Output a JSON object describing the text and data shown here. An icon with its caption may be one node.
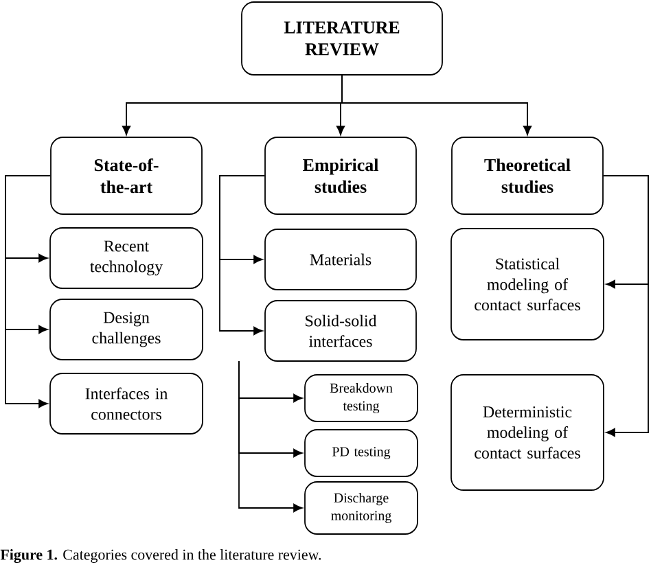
{
  "diagram": {
    "caption": "**Figure 1.** Categories covered in the literature review.",
    "nodes": [
      {
        "text": [
          "LITERATURE REVIEW"
        ]
      },
      {
        "text": [
          "State-of-the-art"
        ]
      },
      {
        "text": [
          "Empirical studies"
        ]
      },
      {
        "text": [
          "Theoretical studies"
        ]
      },
      {
        "text": [
          "Recent technology"
        ]
      },
      {
        "text": [
          "Design challenges"
        ]
      },
      {
        "text": [
          "Interfaces in connectors"
        ]
      },
      {
        "text": [
          "Materials"
        ]
      },
      {
        "text": [
          "Solid-solid interfaces"
        ]
      },
      {
        "text": [
          "Breakdown testing"
        ]
      },
      {
        "text": [
          "PD testing"
        ]
      },
      {
        "text": [
          "Discharge monitoring"
        ]
      },
      {
        "text": [
          "Statistical modeling of contact surfaces"
        ]
      },
      {
        "text": [
          "Deterministic modeling of contact surfaces"
        ]
      }
    ],
    "edges": [
      {
        "from": 0,
        "to": 1,
        "arrow": "to"
      },
      {
        "from": 0,
        "to": 2,
        "arrow": "to"
      },
      {
        "from": 0,
        "to": 3,
        "arrow": "to"
      },
      {
        "from": 1,
        "to": 4,
        "arrow": "to"
      },
      {
        "from": 1,
        "to": 5,
        "arrow": "to"
      },
      {
        "from": 1,
        "to": 6,
        "arrow": "to"
      },
      {
        "from": 2,
        "to": 7,
        "arrow": "to"
      },
      {
        "from": 2,
        "to": 8,
        "arrow": "to"
      },
      {
        "from": 8,
        "to": 9,
        "arrow": "to"
      },
      {
        "from": 8,
        "to": 10,
        "arrow": "to"
      },
      {
        "from": 8,
        "to": 11,
        "arrow": "to"
      },
      {
        "from": 3,
        "to": 12,
        "arrow": "to"
      },
      {
        "from": 3,
        "to": 13,
        "arrow": "to"
      }
    ]
  }
}
